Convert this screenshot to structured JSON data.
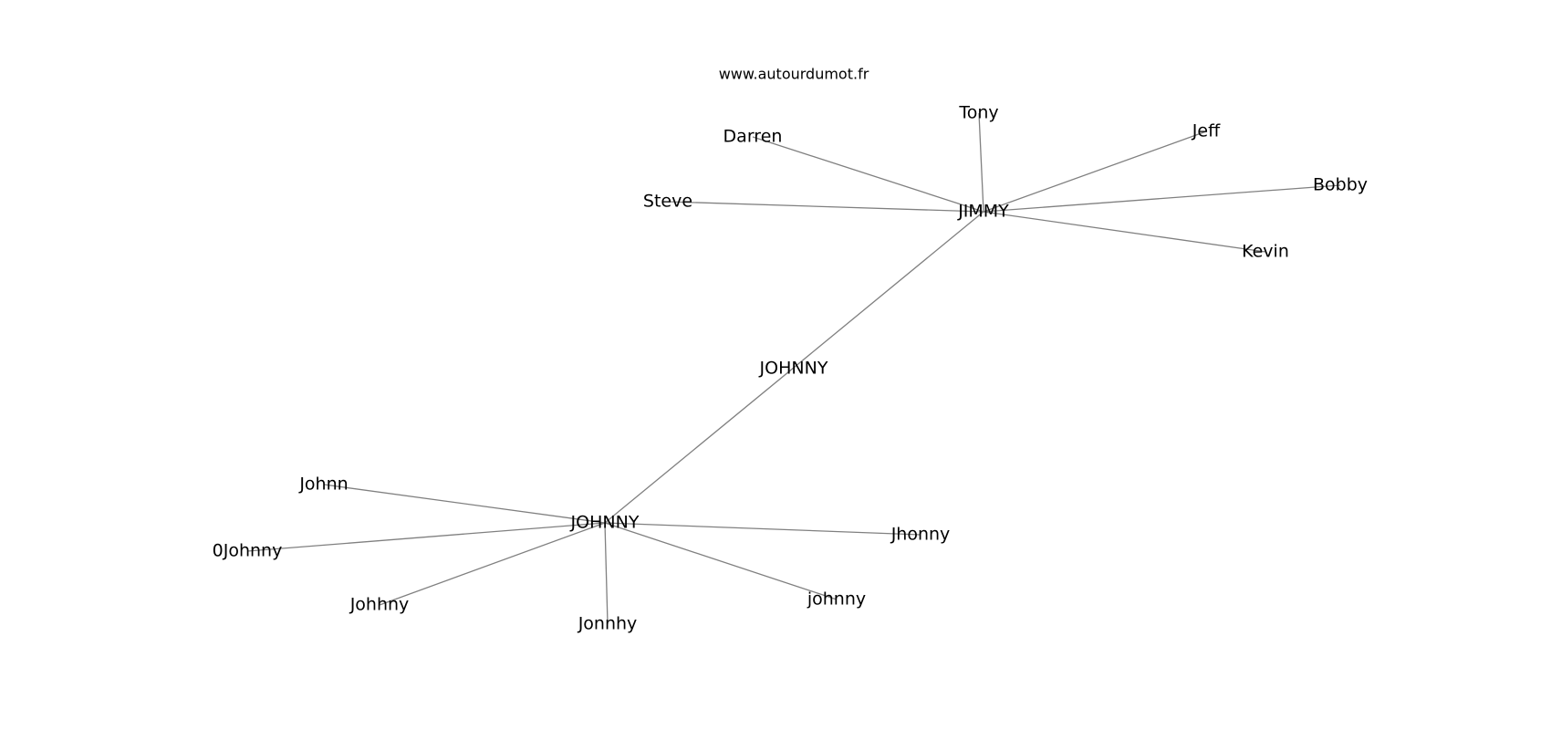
{
  "watermark": "www.autourdumot.fr",
  "nodes": [
    {
      "id": "jimmy",
      "label": "JIMMY"
    },
    {
      "id": "johnny_center",
      "label": "JOHNNY"
    },
    {
      "id": "johnny_mid",
      "label": "JOHNNY"
    },
    {
      "id": "tony",
      "label": "Tony"
    },
    {
      "id": "darren",
      "label": "Darren"
    },
    {
      "id": "jeff",
      "label": "Jeff"
    },
    {
      "id": "bobby",
      "label": "Bobby"
    },
    {
      "id": "steve",
      "label": "Steve"
    },
    {
      "id": "kevin",
      "label": "Kevin"
    },
    {
      "id": "johnn",
      "label": "Johnn"
    },
    {
      "id": "0johnny",
      "label": "0Johnny"
    },
    {
      "id": "johhny",
      "label": "Johhny"
    },
    {
      "id": "jonnhy",
      "label": "Jonnhy"
    },
    {
      "id": "johnny_lower",
      "label": "johnny"
    },
    {
      "id": "jhonny",
      "label": "Jhonny"
    }
  ],
  "edges": [
    [
      "jimmy",
      "tony"
    ],
    [
      "jimmy",
      "darren"
    ],
    [
      "jimmy",
      "jeff"
    ],
    [
      "jimmy",
      "bobby"
    ],
    [
      "jimmy",
      "steve"
    ],
    [
      "jimmy",
      "kevin"
    ],
    [
      "jimmy",
      "johnny_center"
    ],
    [
      "johnny_center",
      "johnn"
    ],
    [
      "johnny_center",
      "0johnny"
    ],
    [
      "johnny_center",
      "johhny"
    ],
    [
      "johnny_center",
      "jonnhy"
    ],
    [
      "johnny_center",
      "johnny_lower"
    ],
    [
      "johnny_center",
      "jhonny"
    ]
  ]
}
